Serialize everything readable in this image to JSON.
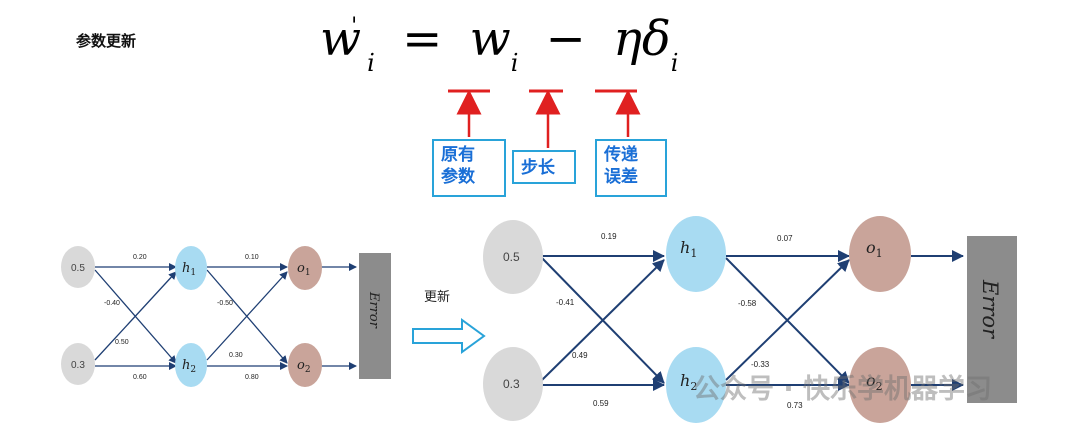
{
  "title": "参数更新",
  "formula": {
    "lhs_var": "w",
    "lhs_sub": "i",
    "lhs_sup": "'",
    "equals": "=",
    "rhs_var1": "w",
    "rhs_sub1": "i",
    "minus": "−",
    "eta": "η",
    "delta": "δ",
    "rhs_sub2": "i"
  },
  "boxes": {
    "original_params": [
      "原有",
      "参数"
    ],
    "step_size": [
      "步长"
    ],
    "propagated_error": [
      "传递",
      "误差"
    ]
  },
  "update_label": "更新",
  "colors": {
    "red": "#e02020",
    "box_border": "#29a3d9",
    "box_text": "#1a6fd6",
    "arrow": "#1f3f73",
    "input_node": "#d9d9d9",
    "hidden_node": "#a8dbf2",
    "output_node": "#c9a49a",
    "error_box": "#8c8c8c"
  },
  "network_before": {
    "inputs": [
      "0.5",
      "0.3"
    ],
    "hidden": [
      {
        "var": "h",
        "sub": "1"
      },
      {
        "var": "h",
        "sub": "2"
      }
    ],
    "outputs": [
      {
        "var": "o",
        "sub": "1"
      },
      {
        "var": "o",
        "sub": "2"
      }
    ],
    "error_label": "Error",
    "weights": {
      "i1h1": "0.20",
      "i1h2": "-0.40",
      "i2h1": "0.50",
      "i2h2": "0.60",
      "h1o1": "0.10",
      "h1o2": "-0.50",
      "h2o1": "0.30",
      "h2o2": "0.80"
    }
  },
  "network_after": {
    "inputs": [
      "0.5",
      "0.3"
    ],
    "hidden": [
      {
        "var": "h",
        "sub": "1"
      },
      {
        "var": "h",
        "sub": "2"
      }
    ],
    "outputs": [
      {
        "var": "o",
        "sub": "1"
      },
      {
        "var": "o",
        "sub": "2"
      }
    ],
    "error_label": "Error",
    "weights": {
      "i1h1": "0.19",
      "i1h2": "-0.41",
      "i2h1": "0.49",
      "i2h2": "0.59",
      "h1o1": "0.07",
      "h1o2": "-0.58",
      "h2o1": "-0.33",
      "h2o2": "0.73"
    }
  },
  "watermark": "公众号 · 快乐学机器学习"
}
